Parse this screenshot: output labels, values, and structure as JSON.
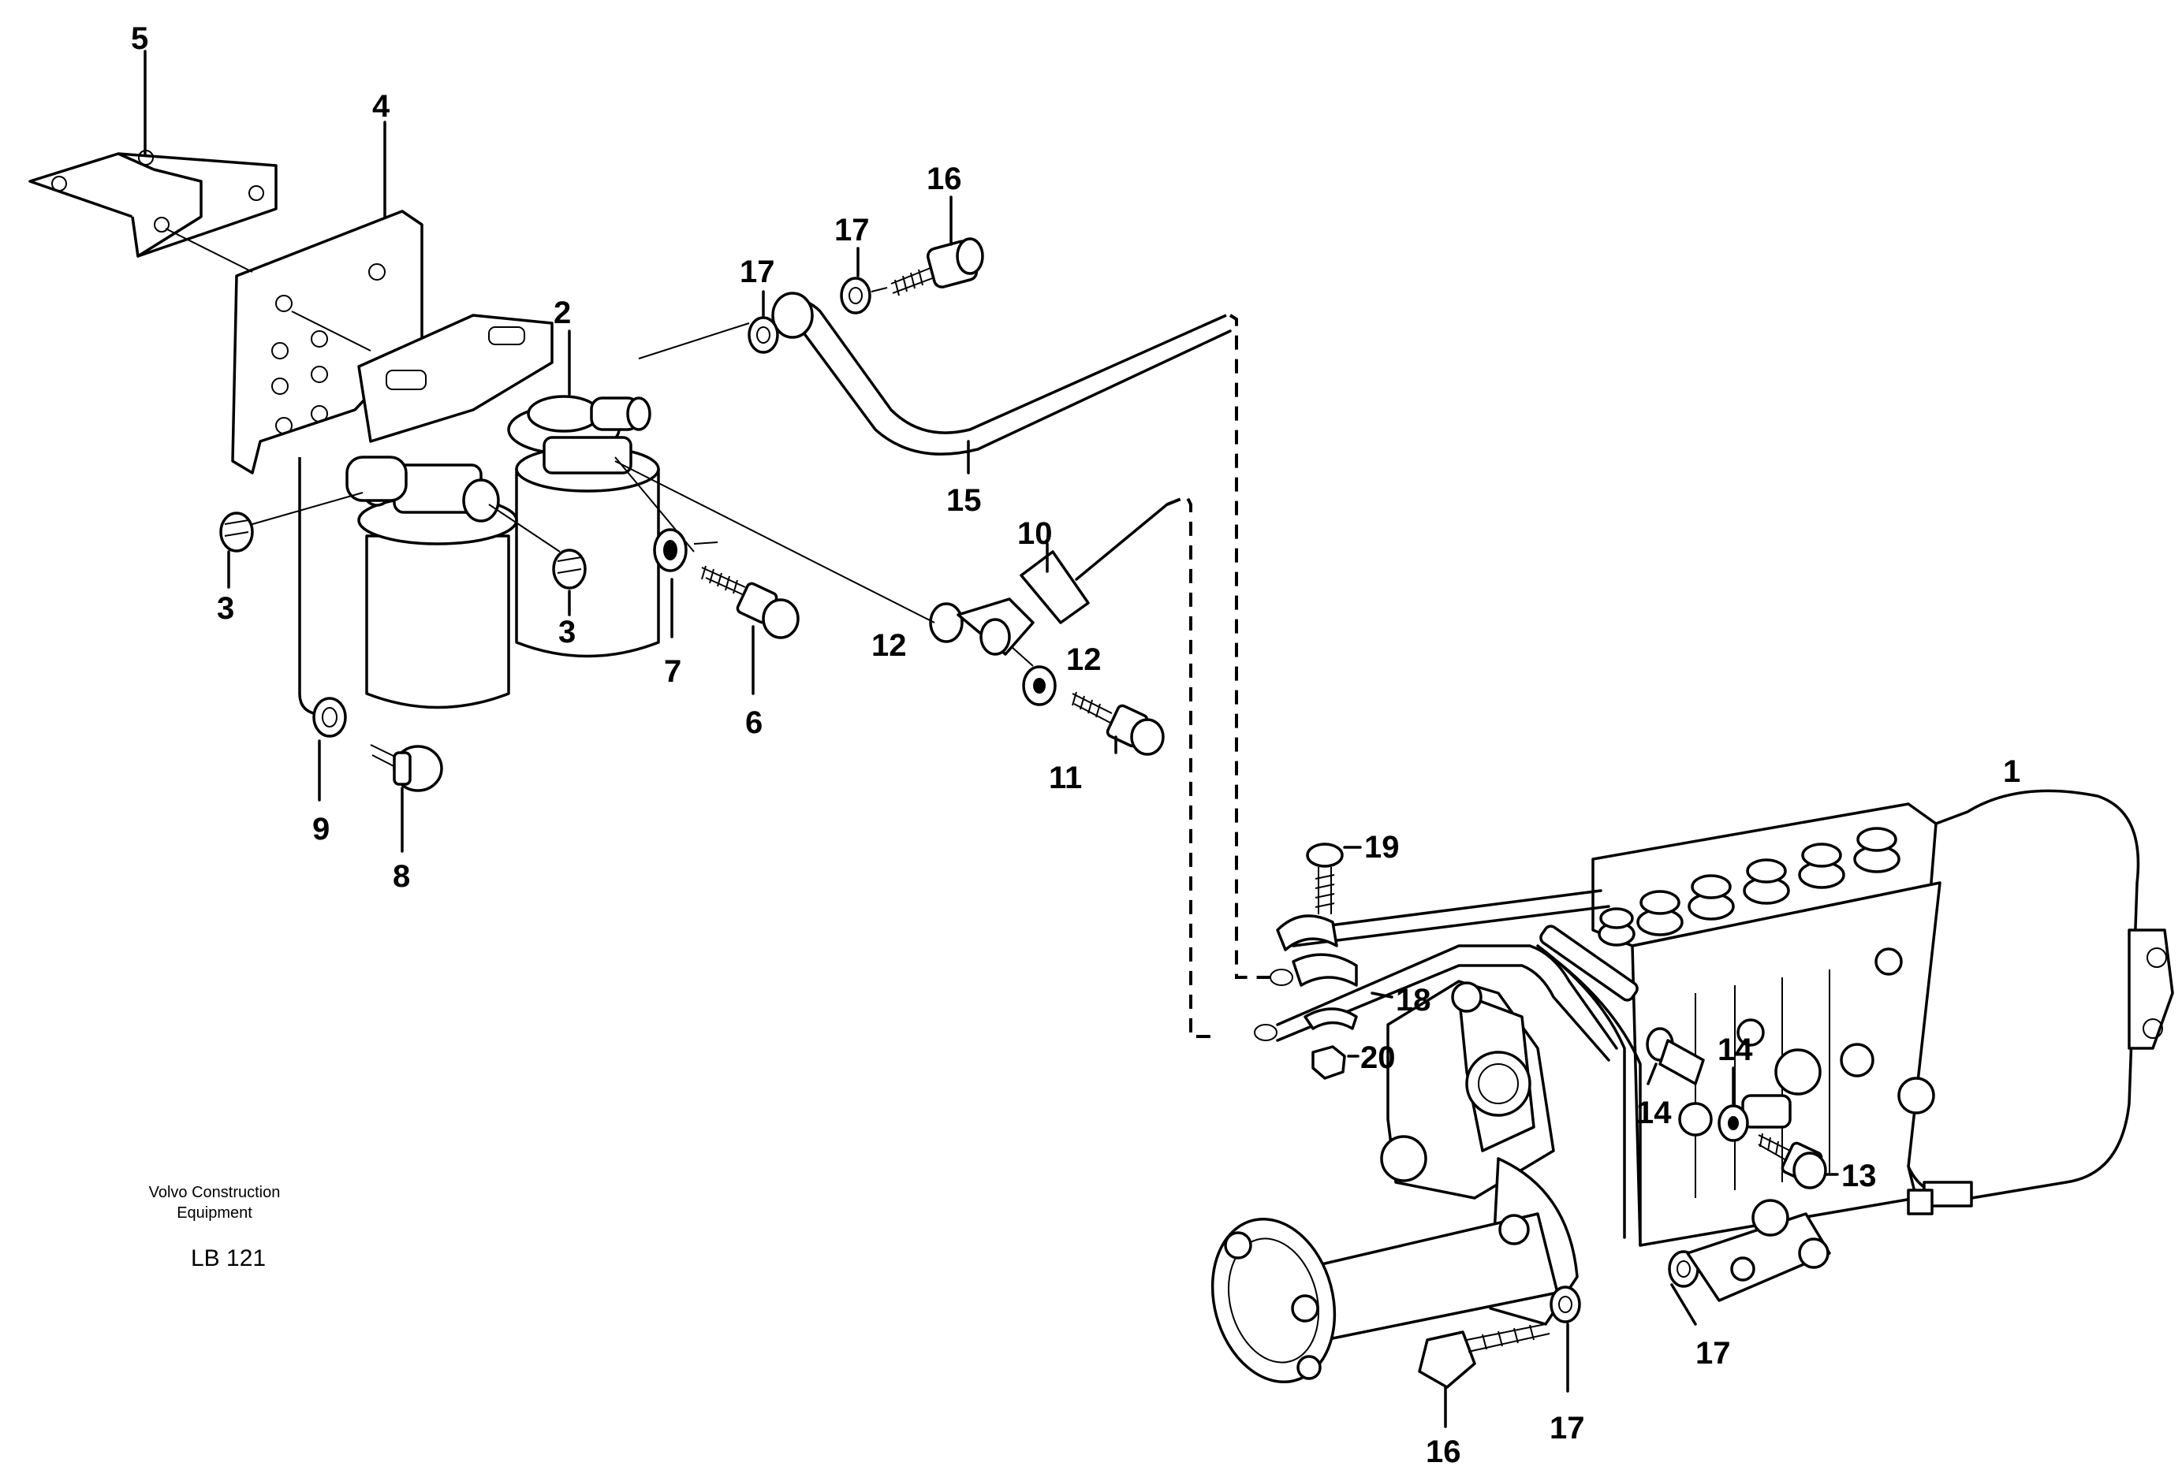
{
  "caption": {
    "company_line1": "Volvo Construction",
    "company_line2": "Equipment",
    "code": "LB 121"
  },
  "callouts": {
    "c1": "1",
    "c2": "2",
    "c3a": "3",
    "c3b": "3",
    "c4": "4",
    "c5": "5",
    "c6": "6",
    "c7": "7",
    "c8": "8",
    "c9": "9",
    "c10": "10",
    "c11": "11",
    "c12a": "12",
    "c12b": "12",
    "c13": "13",
    "c14a": "14",
    "c14b": "14",
    "c15": "15",
    "c16a": "16",
    "c16b": "16",
    "c17a": "17",
    "c17b": "17",
    "c17c": "17",
    "c17d": "17",
    "c18": "18",
    "c19": "19",
    "c20": "20"
  }
}
